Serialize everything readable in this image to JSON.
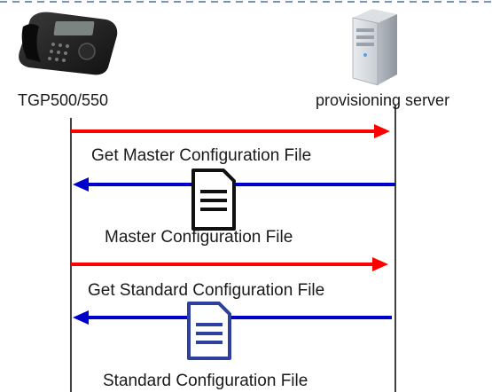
{
  "nodes": {
    "phone": {
      "label": "TGP500/550",
      "icon": "desk-phone-icon"
    },
    "server": {
      "label": "provisioning server",
      "icon": "server-tower-icon"
    }
  },
  "messages": [
    {
      "label": "Get Master Configuration File",
      "direction": "to-server",
      "color": "#ff0000"
    },
    {
      "label": "Master Configuration File",
      "direction": "to-phone",
      "color": "#0000cc",
      "icon": "document-icon-black"
    },
    {
      "label": "Get Standard Configuration File",
      "direction": "to-server",
      "color": "#ff0000"
    },
    {
      "label": "Standard Configuration File",
      "direction": "to-phone",
      "color": "#0000cc",
      "icon": "document-icon-blue"
    }
  ],
  "colors": {
    "request": "#ff0000",
    "response": "#0000cc",
    "border_dash": "#4a6fa5",
    "icon_black": "#111111",
    "icon_blue": "#2e3f9e"
  }
}
